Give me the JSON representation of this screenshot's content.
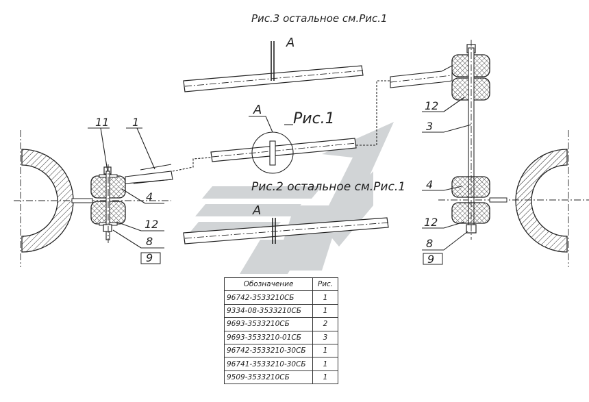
{
  "captions": {
    "fig3": "Рис.3 остальное см.Рис.1",
    "fig1": "Рис.1",
    "fig2": "Рис.2 остальное см.Рис.1",
    "view_a": "A"
  },
  "callouts": {
    "left": [
      "11",
      "1",
      "4",
      "12",
      "8",
      "9"
    ],
    "right": [
      "12",
      "3",
      "4",
      "12",
      "8",
      "9"
    ]
  },
  "table": {
    "headers": [
      "Обозначение",
      "Рис."
    ],
    "rows": [
      [
        "96742-3533210СБ",
        "1"
      ],
      [
        "9334-08-3533210СБ",
        "1"
      ],
      [
        "9693-3533210СБ",
        "2"
      ],
      [
        "9693-3533210-01СБ",
        "3"
      ],
      [
        "96742-3533210-30СБ",
        "1"
      ],
      [
        "96741-3533210-30СБ",
        "1"
      ],
      [
        "9509-3533210СБ",
        "1"
      ]
    ]
  },
  "colors": {
    "line": "#222222",
    "watermark": "#c9cdcf"
  }
}
